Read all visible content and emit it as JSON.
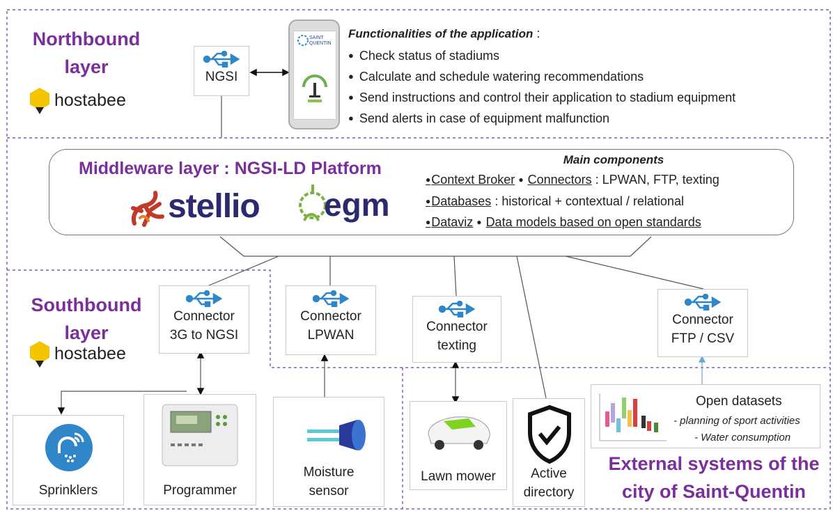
{
  "northbound": {
    "title_line1": "Northbound",
    "title_line2": "layer",
    "brand": "hostabee"
  },
  "ngsi_box": {
    "label": "NGSI"
  },
  "phone": {
    "app_label": "SAINT QUENTIN"
  },
  "functionalities": {
    "title": "Functionalities of the application",
    "title_suffix": " :",
    "items": [
      "Check status of stadiums",
      "Calculate and schedule watering recommendations",
      "Send instructions and control their application to stadium equipment",
      "Send alerts in case of equipment malfunction"
    ]
  },
  "middleware": {
    "title": "Middleware layer : NGSI-LD Platform",
    "logo1": "stellio",
    "logo2": "egm",
    "components_title": "Main components",
    "context_broker": "Context Broker",
    "connectors": "Connectors",
    "connectors_detail": " : LPWAN, FTP, texting",
    "databases": "Databases",
    "databases_detail": " : historical + contextual / relational",
    "dataviz": "Dataviz",
    "data_models": "Data models based on open standards"
  },
  "southbound": {
    "title_line1": "Southbound",
    "title_line2": "layer",
    "brand": "hostabee"
  },
  "connectors": {
    "c3g_line1": "Connector",
    "c3g_line2": "3G to NGSI",
    "lpwan_line1": "Connector",
    "lpwan_line2": "LPWAN",
    "texting_line1": "Connector",
    "texting_line2": "texting",
    "ftp_line1": "Connector",
    "ftp_line2": "FTP / CSV"
  },
  "devices": {
    "sprinklers": "Sprinklers",
    "programmer": "Programmer",
    "moisture_line1": "Moisture",
    "moisture_line2": "sensor",
    "lawn_mower": "Lawn mower",
    "active_line1": "Active",
    "active_line2": "directory"
  },
  "open_datasets": {
    "title": "Open datasets",
    "item1": "- planning of sport activities",
    "item2": "- Water consumption"
  },
  "external": {
    "title_line1": "External systems of the",
    "title_line2": "city of Saint-Quentin"
  },
  "colors": {
    "purple": "#7a2f9b",
    "usb_blue": "#2f86c9",
    "dashed": "#8a5bb0"
  }
}
